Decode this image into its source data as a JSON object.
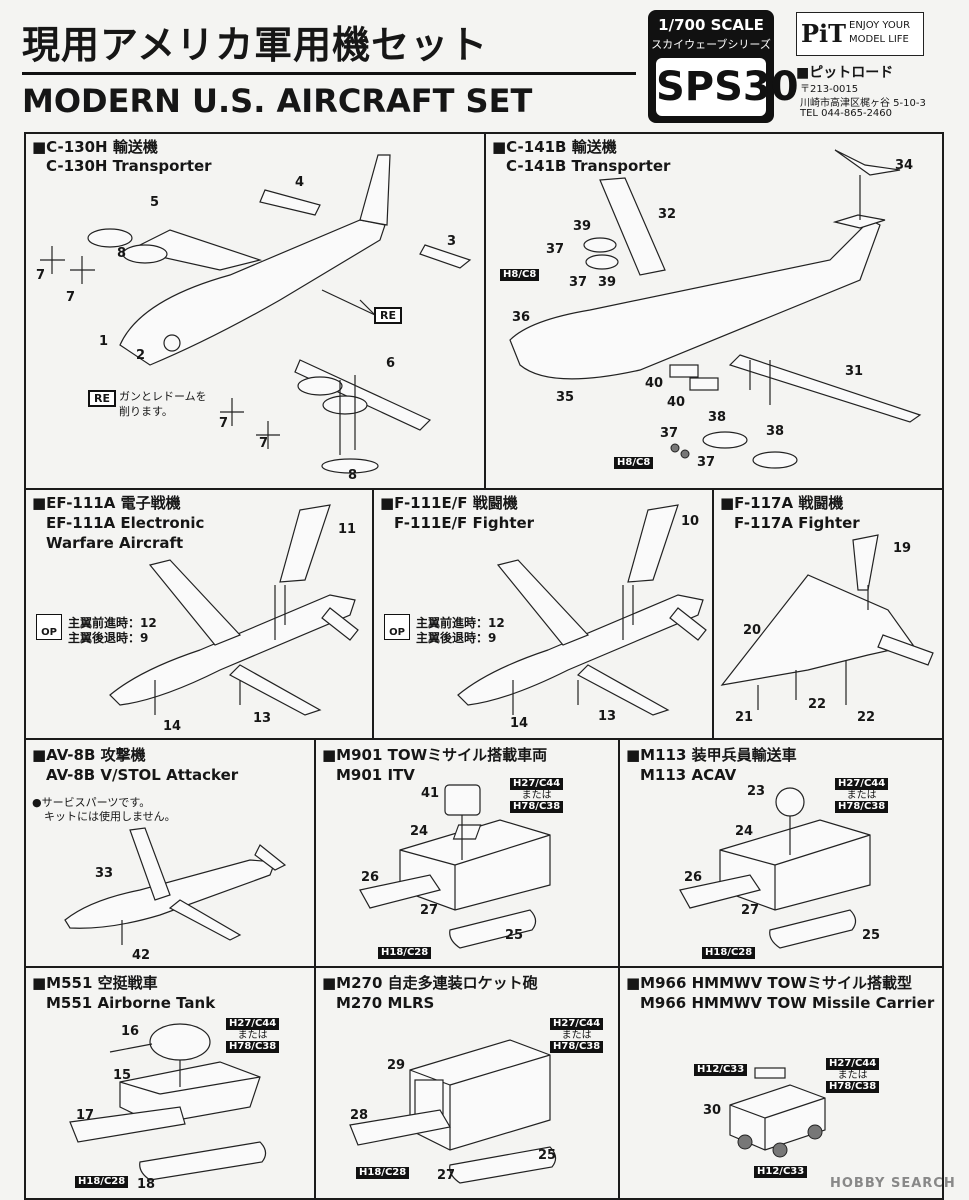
{
  "header": {
    "title_jp": "現用アメリカ軍用機セット",
    "title_en": "MODERN U.S. AIRCRAFT SET",
    "scale": "1/700 SCALE",
    "series_jp": "スカイウェーブシリーズ",
    "code": "SPS30",
    "brand_logo": "PiT",
    "brand_tagline": "ENJOY YOUR MODEL LIFE",
    "company": "■ピットロード",
    "postal": "〒213-0015",
    "address": "川崎市高津区梶ヶ谷 5-10-3",
    "tel": "TEL 044-865-2460"
  },
  "sections": {
    "c130": {
      "jp": "■C-130H 輸送機",
      "en": "C-130H Transporter",
      "parts": [
        "1",
        "2",
        "3",
        "4",
        "5",
        "6",
        "7",
        "7",
        "7",
        "7",
        "8",
        "8"
      ],
      "re": "RE",
      "re_note_1": "ガンとレドームを",
      "re_note_2": "削ります。"
    },
    "c141": {
      "jp": "■C-141B 輸送機",
      "en": "C-141B Transporter",
      "parts": [
        "31",
        "32",
        "34",
        "35",
        "36",
        "37",
        "37",
        "37",
        "37",
        "38",
        "38",
        "39",
        "39",
        "40",
        "40"
      ],
      "paint": "H8/C8"
    },
    "ef111": {
      "jp": "■EF-111A 電子戦機",
      "en1": "EF-111A Electronic",
      "en2": "Warfare Aircraft",
      "op": "OP",
      "fwd": "主翼前進時：12",
      "back": "主翼後退時：9",
      "parts": [
        "11",
        "12",
        "9",
        "13",
        "14"
      ]
    },
    "f111": {
      "jp": "■F-111E/F 戦闘機",
      "en": "F-111E/F Fighter",
      "op": "OP",
      "fwd": "主翼前進時：12",
      "back": "主翼後退時：9",
      "parts": [
        "10",
        "12",
        "9",
        "13",
        "14"
      ]
    },
    "f117": {
      "jp": "■F-117A 戦闘機",
      "en": "F-117A  Fighter",
      "parts": [
        "19",
        "20",
        "21",
        "22",
        "22"
      ]
    },
    "av8b": {
      "jp": "■AV-8B 攻撃機",
      "en": "AV-8B V/STOL Attacker",
      "note1": "●サービスパーツです。",
      "note2": "キットには使用しません。",
      "parts": [
        "33",
        "42"
      ]
    },
    "m901": {
      "jp": "■M901 TOWミサイル搭載車両",
      "en": "M901 ITV",
      "parts": [
        "41",
        "24",
        "26",
        "27",
        "25"
      ],
      "paint_a": "H27/C44",
      "or": "または",
      "paint_b": "H78/C38",
      "paint_c": "H18/C28"
    },
    "m113": {
      "jp": "■M113 装甲兵員輸送車",
      "en": "M113 ACAV",
      "parts": [
        "23",
        "24",
        "26",
        "27",
        "25"
      ],
      "paint_a": "H27/C44",
      "or": "または",
      "paint_b": "H78/C38",
      "paint_c": "H18/C28"
    },
    "m551": {
      "jp": "■M551 空挺戦車",
      "en": "M551 Airborne Tank",
      "parts": [
        "16",
        "15",
        "17",
        "18"
      ],
      "paint_a": "H27/C44",
      "or": "または",
      "paint_b": "H78/C38",
      "paint_c": "H18/C28"
    },
    "m270": {
      "jp": "■M270 自走多連装ロケット砲",
      "en": "M270 MLRS",
      "parts": [
        "29",
        "28",
        "27",
        "25"
      ],
      "paint_a": "H27/C44",
      "or": "または",
      "paint_b": "H78/C38",
      "paint_c": "H18/C28"
    },
    "m966": {
      "jp": "■M966 HMMWV TOWミサイル搭載型",
      "en": "M966 HMMWV TOW Missile Carrier",
      "parts": [
        "30"
      ],
      "paint_a": "H27/C44",
      "or": "または",
      "paint_b": "H78/C38",
      "paint_c": "H12/C33",
      "paint_d": "H12/C33"
    }
  },
  "watermark": "HOBBY SEARCH"
}
